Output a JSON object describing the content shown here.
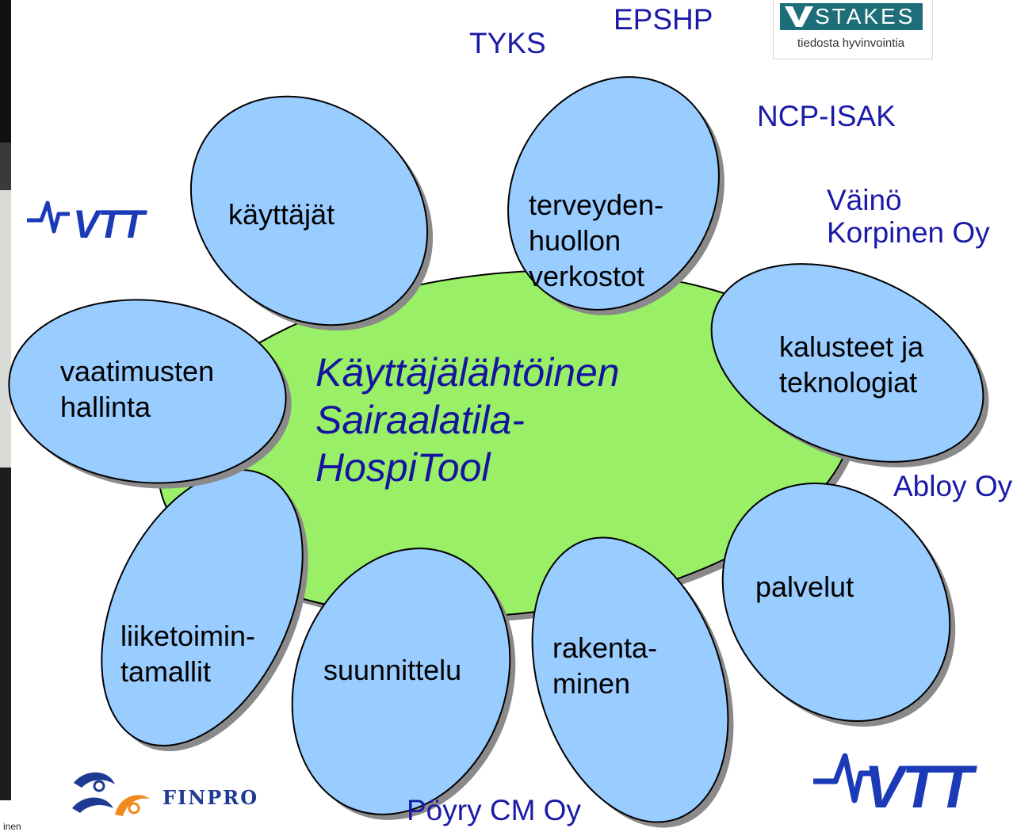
{
  "center": {
    "title_lines": [
      "Käyttäjälähtöinen",
      "Sairaalatila-",
      "HospiTool"
    ]
  },
  "petals": [
    {
      "id": "kayttajat",
      "lines": [
        "käyttäjät"
      ]
    },
    {
      "id": "terveydenhuollon-verkostot",
      "lines": [
        "terveyden-",
        "huollon",
        "verkostot"
      ]
    },
    {
      "id": "kalusteet-ja-teknologiat",
      "lines": [
        "kalusteet ja",
        "teknologiat"
      ]
    },
    {
      "id": "palvelut",
      "lines": [
        "palvelut"
      ]
    },
    {
      "id": "rakentaminen",
      "lines": [
        "rakenta-",
        "minen"
      ]
    },
    {
      "id": "suunnittelu",
      "lines": [
        "suunnittelu"
      ]
    },
    {
      "id": "liiketoimintamallit",
      "lines": [
        "liiketoimin-",
        "tamallit"
      ]
    },
    {
      "id": "vaatimusten-hallinta",
      "lines": [
        "vaatimusten",
        "hallinta"
      ]
    }
  ],
  "partners": {
    "tyks": "TYKS",
    "epshp": "EPSHP",
    "ncp_isak": "NCP-ISAK",
    "vaino_line1": "Väinö",
    "vaino_line2": "Korpinen Oy",
    "abloy": "Abloy Oy",
    "poyry": "Pöyry CM Oy"
  },
  "logos": {
    "stakes_name": "STAKES",
    "stakes_tagline": "tiedosta hyvinvointia",
    "vtt": "VTT",
    "finpro": "FINPRO"
  },
  "footer": {
    "text": "inen"
  },
  "colors": {
    "center_fill": "#99f066",
    "petal_fill": "#99ccff",
    "text_blue": "#1a1aa8",
    "stakes_teal": "#1d6e78",
    "finpro_blue": "#1f3a93",
    "finpro_orange": "#f08a1c",
    "vtt_blue": "#1b3ab8"
  }
}
